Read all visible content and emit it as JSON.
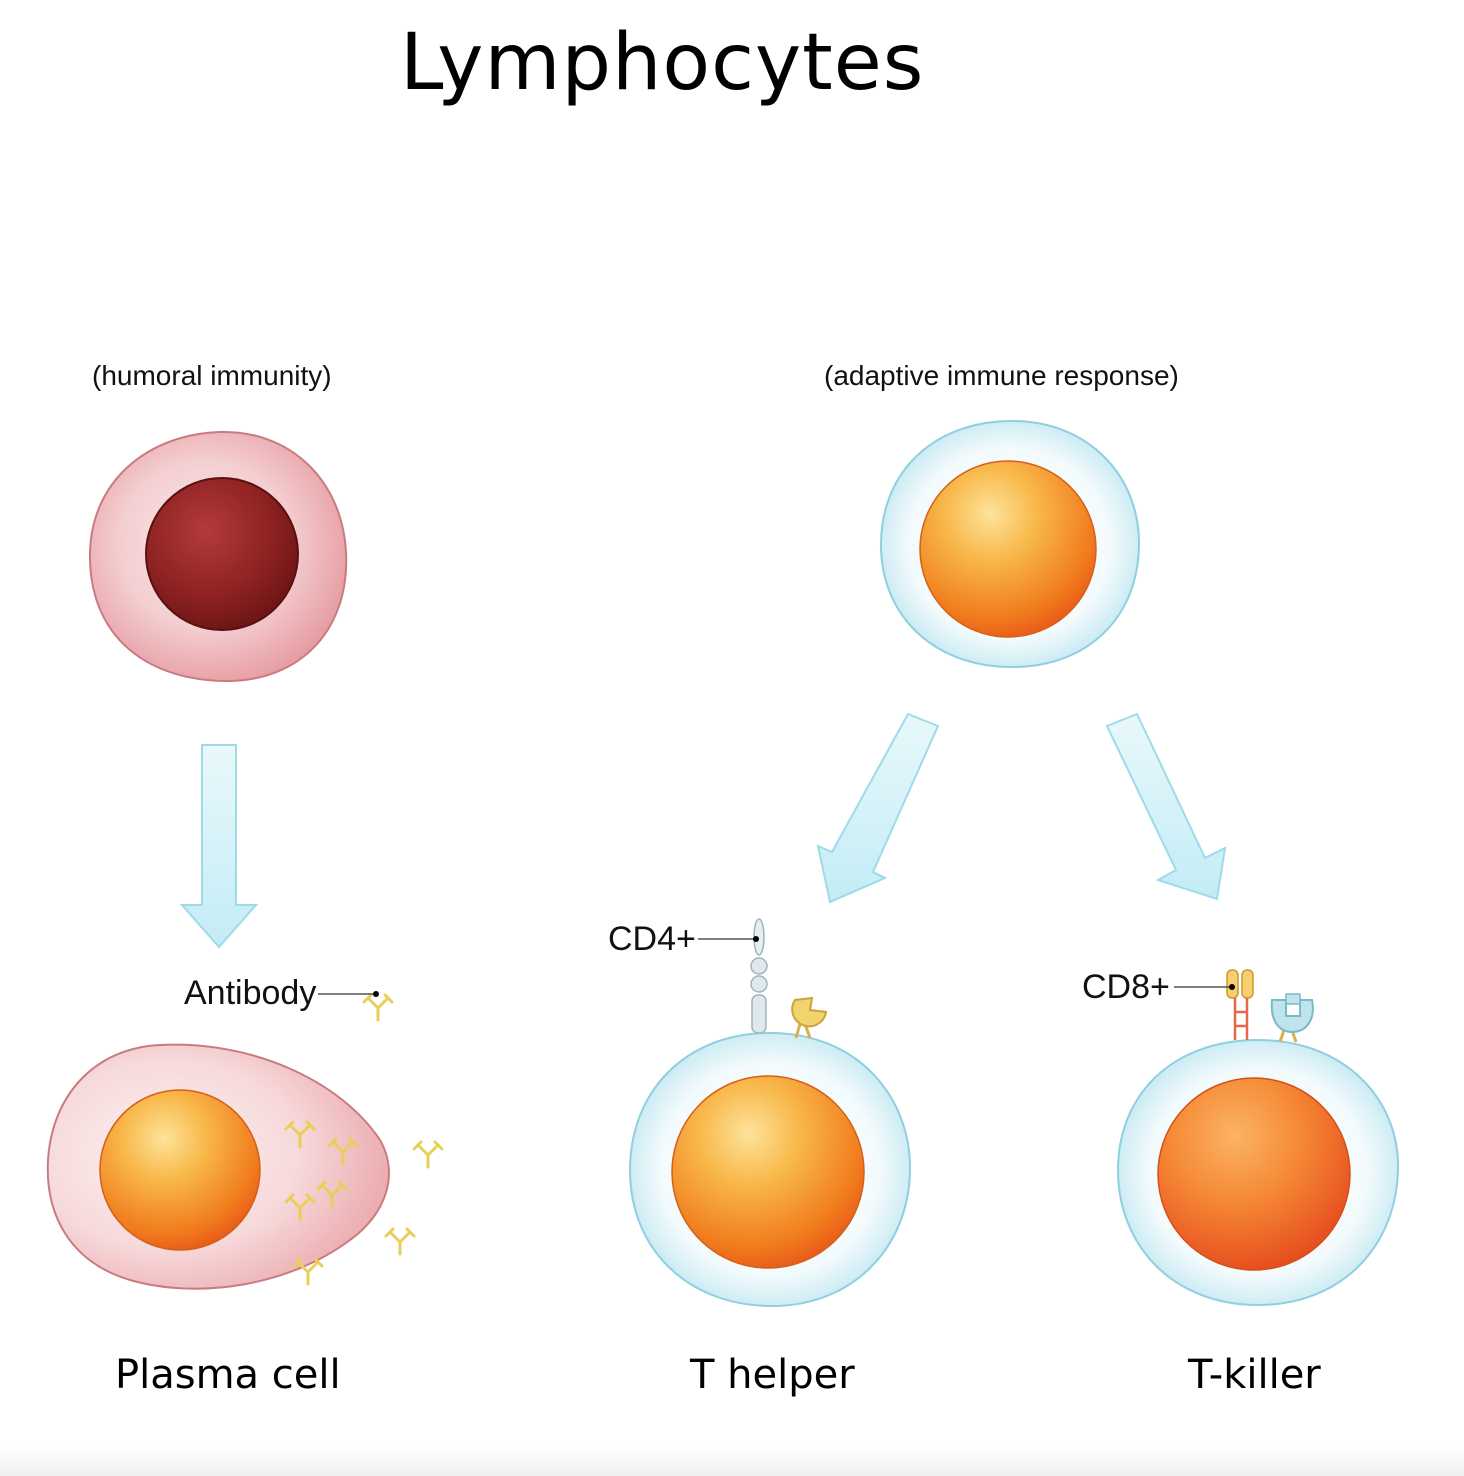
{
  "title": "Lymphocytes",
  "groups": {
    "left_caption": "(humoral immunity)",
    "right_caption": "(adaptive immune response)"
  },
  "labels": {
    "antibody": "Antibody",
    "cd4": "CD4+",
    "cd8": "CD8+"
  },
  "cells": {
    "plasma": "Plasma cell",
    "t_helper": "T helper",
    "t_killer": "T-killer"
  },
  "colors": {
    "b_cytoplasm": "#f2c6c8",
    "b_nucleus": "#8e2020",
    "t_cytoplasm": "#cfeef5",
    "nucleus_orange": "#f28a1e",
    "arrow": "#c9eef7",
    "antibody": "#f4e08a"
  }
}
